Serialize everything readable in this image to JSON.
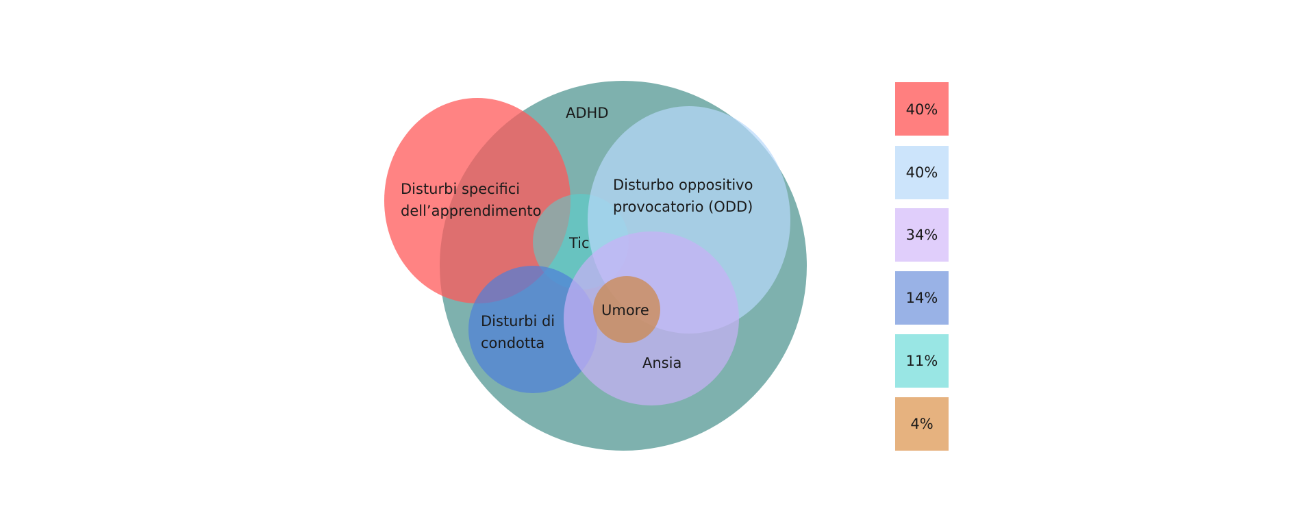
{
  "diagram": {
    "type": "euler",
    "sets": [
      {
        "id": "adhd",
        "label_lines": [
          "ADHD"
        ],
        "color": "#5e9e9a",
        "share": ""
      },
      {
        "id": "dsa",
        "label_lines": [
          "Disturbi specifici",
          "dell’apprendimento"
        ],
        "color": "#ff6b6b",
        "share": "40%"
      },
      {
        "id": "odd",
        "label_lines": [
          "Disturbo oppositivo",
          "provocatorio (ODD)"
        ],
        "color": "#b8d9fb",
        "share": "40%"
      },
      {
        "id": "ansia",
        "label_lines": [
          "Ansia"
        ],
        "color": "#cdb6f5",
        "share": "34%"
      },
      {
        "id": "dc",
        "label_lines": [
          "Disturbi di",
          "condotta"
        ],
        "color": "#7399dd",
        "share": "14%"
      },
      {
        "id": "tic",
        "label_lines": [
          "Tic"
        ],
        "color": "#5fd8d4",
        "share": "11%"
      },
      {
        "id": "umore",
        "label_lines": [
          "Umore"
        ],
        "color": "#d99a5e",
        "share": "4%"
      }
    ]
  },
  "legend": [
    {
      "text": "40%",
      "color": "#ff7f7f"
    },
    {
      "text": "40%",
      "color": "#cce4fb"
    },
    {
      "text": "34%",
      "color": "#e0cefb"
    },
    {
      "text": "14%",
      "color": "#99b2e6"
    },
    {
      "text": "11%",
      "color": "#99e6e4"
    },
    {
      "text": "4%",
      "color": "#e6b27f"
    }
  ]
}
